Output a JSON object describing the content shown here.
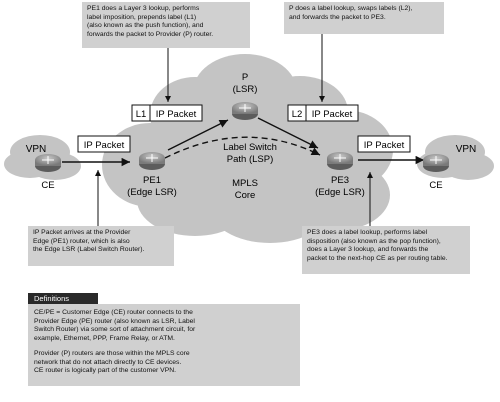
{
  "notes": {
    "pe1_top": "PE1 does a Layer 3 lookup, performs\nlabel imposition,  prepends label (L1)\n(also known as the push function), and\nforwards the packet to Provider (P) router.",
    "p_top": "P does a label lookup, swaps labels (L2),\nand forwards the packet to PE3.",
    "pe1_bottom": "IP Packet arrives at the Provider\nEdge (PE1) router, which is also\nthe Edge LSR (Label Switch Router).",
    "pe3_bottom": "PE3 does a label lookup, performs label\ndisposition (also known as the pop function),\ndoes a Layer 3 lookup, and forwards the\npacket to the next-hop CE as per routing table."
  },
  "definitions": {
    "heading": "Definitions",
    "para1": "CE/PE = Customer Edge (CE) router connects to the\nProvider Edge (PE) router (also known as LSR, Label\nSwitch Router) via some sort of attachment circuit, for\nexample, Ethernet, PPP, Frame Relay, or ATM.",
    "para2": "Provider (P) routers are those within the MPLS core\nnetwork that do not attach directly to CE devices.\nCE router is logically part of the customer VPN."
  },
  "diagram": {
    "vpn_left": "VPN",
    "vpn_right": "VPN",
    "ce_left": "CE",
    "ce_right": "CE",
    "pe1_line1": "PE1",
    "pe1_line2": "(Edge LSR)",
    "p_line1": "P",
    "p_line2": "(LSR)",
    "pe3_line1": "PE3",
    "pe3_line2": "(Edge LSR)",
    "lsp_line1": "Label Switch",
    "lsp_line2": "Path (LSP)",
    "core_line1": "MPLS",
    "core_line2": "Core",
    "packet_ce_pe1": "IP Packet",
    "packet_pe3_ce": "IP Packet",
    "label_l1": "L1",
    "packet_l1": "IP Packet",
    "label_l2": "L2",
    "packet_l2": "IP Packet"
  },
  "colors": {
    "cloud": "#c4c4c4",
    "router": "#8f8f8f",
    "note_bg": "#d0d0d0",
    "defs_head_bg": "#2a2a2a"
  }
}
